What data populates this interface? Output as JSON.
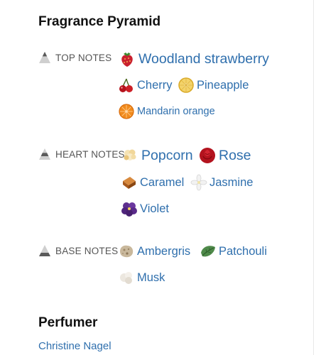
{
  "pyramid": {
    "title": "Fragrance Pyramid",
    "top": {
      "label": "TOP NOTES",
      "notes": [
        "Woodland strawberry",
        "Cherry",
        "Pineapple",
        "Mandarin orange"
      ]
    },
    "heart": {
      "label": "HEART NOTES",
      "notes": [
        "Popcorn",
        "Rose",
        "Caramel",
        "Jasmine",
        "Violet"
      ]
    },
    "base": {
      "label": "BASE NOTES",
      "notes": [
        "Ambergris",
        "Patchouli",
        "Musk"
      ]
    }
  },
  "perfumer": {
    "title": "Perfumer",
    "name": "Christine Nagel"
  },
  "colors": {
    "link": "#2f6fad",
    "label": "#555555",
    "heading": "#111111"
  }
}
